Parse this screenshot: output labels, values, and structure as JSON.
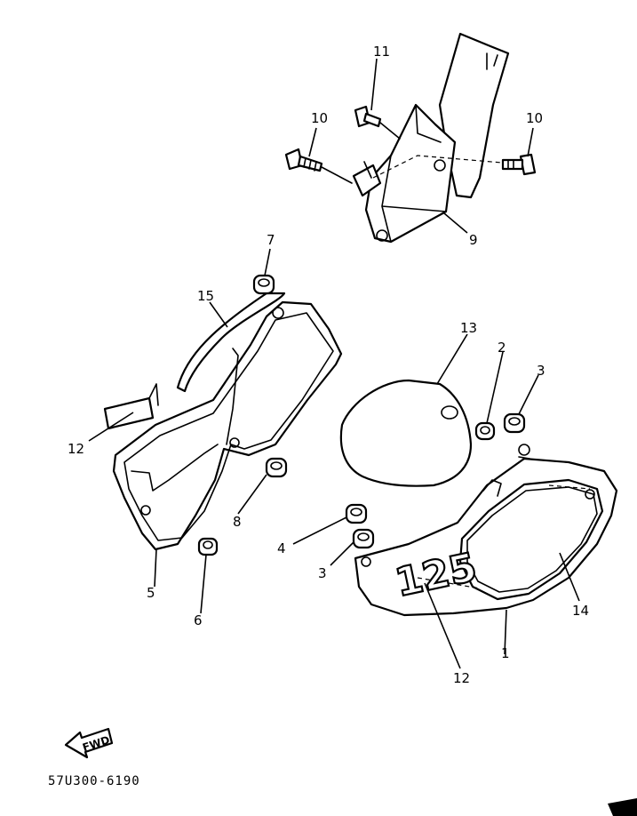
{
  "diagram": {
    "callouts": {
      "c1": "1",
      "c2": "2",
      "c3a": "3",
      "c3b": "3",
      "c4": "4",
      "c5": "5",
      "c6": "6",
      "c7": "7",
      "c8": "8",
      "c9": "9",
      "c10a": "10",
      "c10b": "10",
      "c11": "11",
      "c12a": "12",
      "c12b": "12",
      "c13": "13",
      "c14": "14",
      "c15": "15"
    },
    "badge_text": "125",
    "fwd_label": "FWD",
    "part_code": "57U300-6190"
  }
}
